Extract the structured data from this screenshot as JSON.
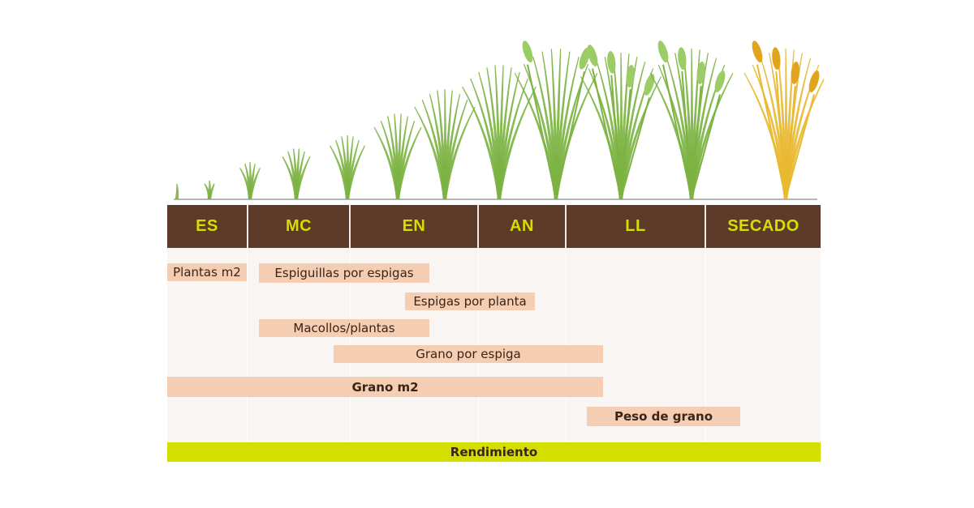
{
  "stages": [
    {
      "label": "ES"
    },
    {
      "label": "MC"
    },
    {
      "label": "EN"
    },
    {
      "label": "AN"
    },
    {
      "label": "LL"
    },
    {
      "label": "SECADO"
    }
  ],
  "components": [
    {
      "label": "Plantas m2"
    },
    {
      "label": "Espiguillas por espigas"
    },
    {
      "label": "Espigas por planta"
    },
    {
      "label": "Macollos/plantas"
    },
    {
      "label": "Grano por espiga"
    },
    {
      "label": "Grano m2"
    },
    {
      "label": "Peso de grano"
    }
  ],
  "yield": {
    "label": "Rendimiento"
  },
  "colors": {
    "header_bg": "#5e3a28",
    "header_text": "#d4df00",
    "bar_fill": "#f4cdb2",
    "yield_bar": "#d4df00",
    "panel_bg": "#f9f5f2",
    "plant_green": "#7cb342",
    "plant_dry": "#e9b930"
  }
}
